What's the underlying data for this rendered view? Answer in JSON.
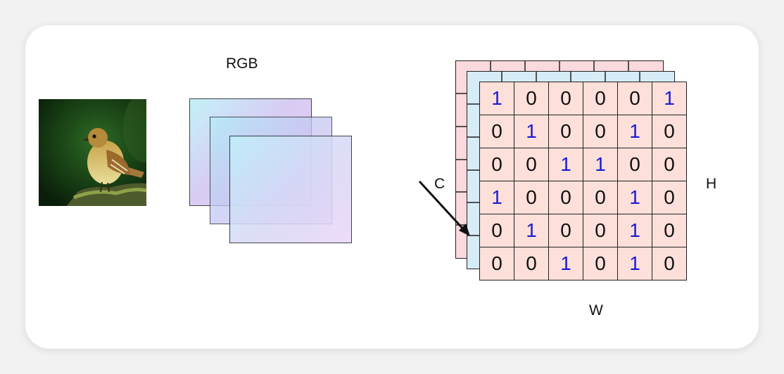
{
  "labels": {
    "rgb": "RGB",
    "c": "C",
    "h": "H",
    "w": "W"
  },
  "matrix": [
    [
      "1",
      "0",
      "0",
      "0",
      "0",
      "1"
    ],
    [
      "0",
      "1",
      "0",
      "0",
      "1",
      "0"
    ],
    [
      "0",
      "0",
      "1",
      "1",
      "0",
      "0"
    ],
    [
      "1",
      "0",
      "0",
      "0",
      "1",
      "0"
    ],
    [
      "0",
      "1",
      "0",
      "0",
      "1",
      "0"
    ],
    [
      "0",
      "0",
      "1",
      "0",
      "1",
      "0"
    ]
  ],
  "colors": {
    "back_layer": "#fadadd",
    "middle_layer": "#d6ecf7",
    "front_layer": "#fde0da",
    "one": "#1a1ad6",
    "zero": "#111111"
  },
  "image": {
    "subject": "bird-on-mossy-rock-photo"
  }
}
